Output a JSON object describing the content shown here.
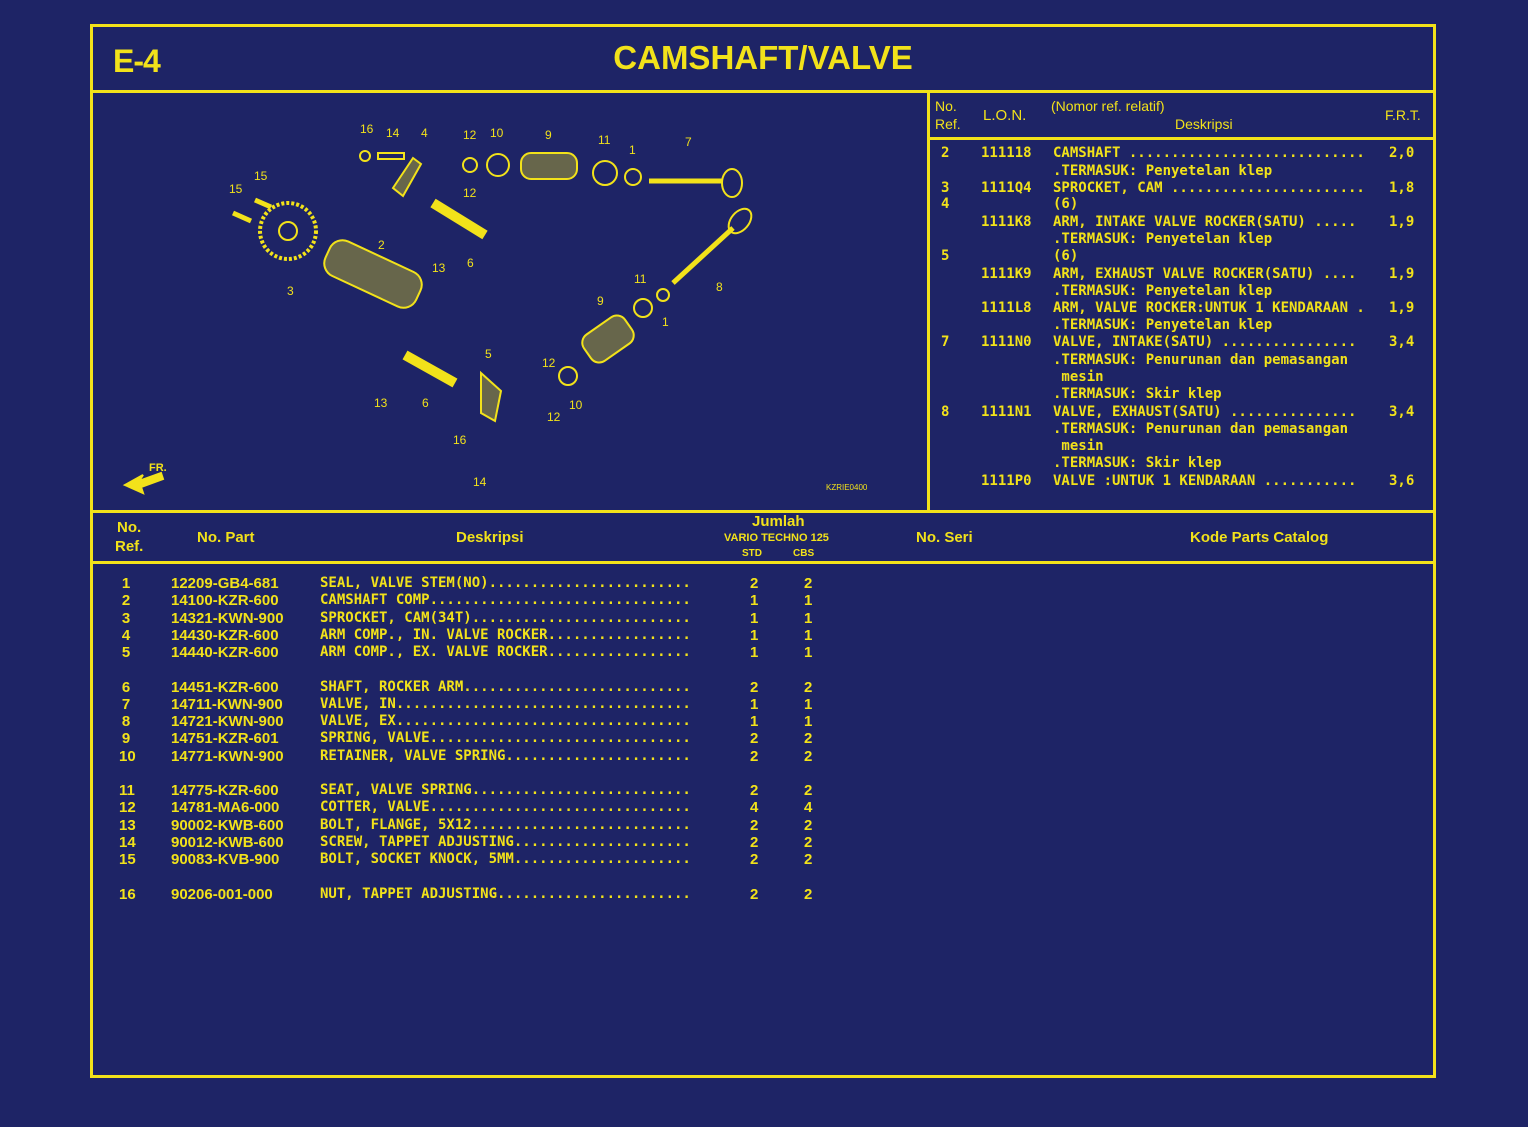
{
  "header": {
    "code": "E-4",
    "title": "CAMSHAFT/VALVE"
  },
  "diagram": {
    "image_code": "KZRIE0400",
    "fr_label": "FR.",
    "callouts": [
      "16",
      "14",
      "4",
      "12",
      "10",
      "9",
      "11",
      "1",
      "7",
      "15",
      "15",
      "12",
      "2",
      "13",
      "6",
      "3",
      "11",
      "9",
      "8",
      "1",
      "5",
      "12",
      "13",
      "6",
      "12",
      "10",
      "16",
      "14"
    ]
  },
  "ref_table": {
    "headers": {
      "no": "No.",
      "ref": "Ref.",
      "lon": "L.O.N.",
      "nomor_ref": "(Nomor ref. relatif)",
      "desc": "Deskripsi",
      "frt": "F.R.T."
    },
    "rows": [
      {
        "ref": "2",
        "lon": "111118",
        "desc": "CAMSHAFT ............................",
        "frt": "2,0"
      },
      {
        "ref": "",
        "lon": "",
        "desc": ".TERMASUK: Penyetelan klep",
        "frt": ""
      },
      {
        "ref": "3",
        "lon": "1111Q4",
        "desc": "SPROCKET, CAM .......................",
        "frt": "1,8"
      },
      {
        "ref": "4",
        "lon": "",
        "desc": "(6)",
        "frt": ""
      },
      {
        "ref": "",
        "lon": "1111K8",
        "desc": "ARM, INTAKE VALVE ROCKER(SATU) .....",
        "frt": "1,9"
      },
      {
        "ref": "",
        "lon": "",
        "desc": ".TERMASUK: Penyetelan klep",
        "frt": ""
      },
      {
        "ref": "5",
        "lon": "",
        "desc": "(6)",
        "frt": ""
      },
      {
        "ref": "",
        "lon": "1111K9",
        "desc": "ARM, EXHAUST VALVE ROCKER(SATU) ....",
        "frt": "1,9"
      },
      {
        "ref": "",
        "lon": "",
        "desc": ".TERMASUK: Penyetelan klep",
        "frt": ""
      },
      {
        "ref": "",
        "lon": "1111L8",
        "desc": "ARM, VALVE ROCKER:UNTUK 1 KENDARAAN .",
        "frt": "1,9"
      },
      {
        "ref": "",
        "lon": "",
        "desc": ".TERMASUK: Penyetelan klep",
        "frt": ""
      },
      {
        "ref": "7",
        "lon": "1111N0",
        "desc": "VALVE, INTAKE(SATU) ................",
        "frt": "3,4"
      },
      {
        "ref": "",
        "lon": "",
        "desc": ".TERMASUK: Penurunan dan pemasangan",
        "frt": ""
      },
      {
        "ref": "",
        "lon": "",
        "desc": " mesin",
        "frt": ""
      },
      {
        "ref": "",
        "lon": "",
        "desc": ".TERMASUK: Skir klep",
        "frt": ""
      },
      {
        "ref": "8",
        "lon": "1111N1",
        "desc": "VALVE, EXHAUST(SATU) ...............",
        "frt": "3,4"
      },
      {
        "ref": "",
        "lon": "",
        "desc": ".TERMASUK: Penurunan dan pemasangan",
        "frt": ""
      },
      {
        "ref": "",
        "lon": "",
        "desc": " mesin",
        "frt": ""
      },
      {
        "ref": "",
        "lon": "",
        "desc": ".TERMASUK: Skir klep",
        "frt": ""
      },
      {
        "ref": "",
        "lon": "1111P0",
        "desc": "VALVE :UNTUK 1 KENDARAAN ...........",
        "frt": "3,6"
      }
    ]
  },
  "parts_table": {
    "headers": {
      "no": "No.",
      "ref": "Ref.",
      "part": "No. Part",
      "desc": "Deskripsi",
      "jumlah": "Jumlah",
      "model": "VARIO TECHNO 125",
      "std": "STD",
      "cbs": "CBS",
      "seri": "No. Seri",
      "catalog": "Kode Parts Catalog"
    },
    "rows": [
      {
        "ref": "1",
        "part": "12209-GB4-681",
        "desc": "SEAL, VALVE STEM(NO)........................",
        "std": "2",
        "cbs": "2"
      },
      {
        "ref": "2",
        "part": "14100-KZR-600",
        "desc": "CAMSHAFT COMP...............................",
        "std": "1",
        "cbs": "1"
      },
      {
        "ref": "3",
        "part": "14321-KWN-900",
        "desc": "SPROCKET, CAM(34T)..........................",
        "std": "1",
        "cbs": "1"
      },
      {
        "ref": "4",
        "part": "14430-KZR-600",
        "desc": "ARM COMP., IN. VALVE ROCKER.................",
        "std": "1",
        "cbs": "1"
      },
      {
        "ref": "5",
        "part": "14440-KZR-600",
        "desc": "ARM COMP., EX. VALVE ROCKER.................",
        "std": "1",
        "cbs": "1"
      },
      {
        "ref": "6",
        "part": "14451-KZR-600",
        "desc": "SHAFT, ROCKER ARM...........................",
        "std": "2",
        "cbs": "2"
      },
      {
        "ref": "7",
        "part": "14711-KWN-900",
        "desc": "VALVE, IN...................................",
        "std": "1",
        "cbs": "1"
      },
      {
        "ref": "8",
        "part": "14721-KWN-900",
        "desc": "VALVE, EX...................................",
        "std": "1",
        "cbs": "1"
      },
      {
        "ref": "9",
        "part": "14751-KZR-601",
        "desc": "SPRING, VALVE...............................",
        "std": "2",
        "cbs": "2"
      },
      {
        "ref": "10",
        "part": "14771-KWN-900",
        "desc": "RETAINER, VALVE SPRING......................",
        "std": "2",
        "cbs": "2"
      },
      {
        "ref": "11",
        "part": "14775-KZR-600",
        "desc": "SEAT, VALVE SPRING..........................",
        "std": "2",
        "cbs": "2"
      },
      {
        "ref": "12",
        "part": "14781-MA6-000",
        "desc": "COTTER, VALVE...............................",
        "std": "4",
        "cbs": "4"
      },
      {
        "ref": "13",
        "part": "90002-KWB-600",
        "desc": "BOLT, FLANGE, 5X12..........................",
        "std": "2",
        "cbs": "2"
      },
      {
        "ref": "14",
        "part": "90012-KWB-600",
        "desc": "SCREW, TAPPET ADJUSTING.....................",
        "std": "2",
        "cbs": "2"
      },
      {
        "ref": "15",
        "part": "90083-KVB-900",
        "desc": "BOLT, SOCKET KNOCK, 5MM.....................",
        "std": "2",
        "cbs": "2"
      },
      {
        "ref": "16",
        "part": "90206-001-000",
        "desc": "NUT, TAPPET ADJUSTING.......................",
        "std": "2",
        "cbs": "2"
      }
    ]
  },
  "colors": {
    "background": "#1e2466",
    "accent": "#f2e21a"
  }
}
